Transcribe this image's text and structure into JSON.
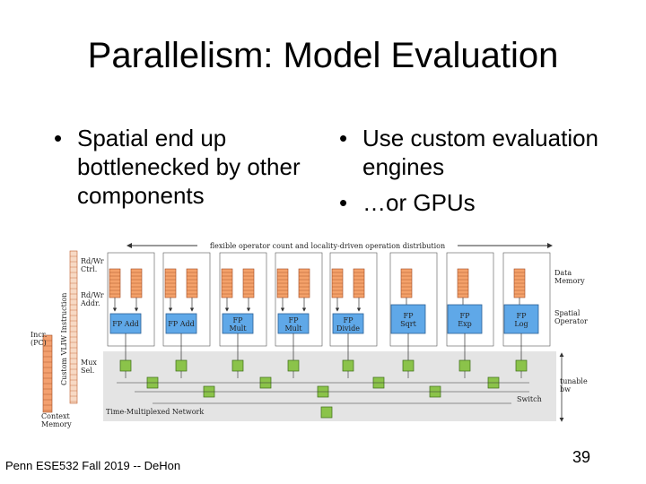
{
  "slide": {
    "title": "Parallelism: Model Evaluation",
    "left_bullets": [
      "Spatial end up bottlenecked by other components"
    ],
    "right_bullets": [
      "Use custom evaluation engines",
      "…or GPUs"
    ],
    "footer": "Penn ESE532 Fall 2019 -- DeHon",
    "page_number": "39"
  },
  "diagram": {
    "top_label": "flexible operator count and locality-driven operation distribution",
    "left_labels": {
      "rdwr_ctrl": [
        "Rd/Wr",
        "Ctrl."
      ],
      "rdwr_addr": [
        "Rd/Wr",
        "Addr."
      ],
      "incr": [
        "Incr.",
        "(PC)"
      ],
      "mux_sel": [
        "Mux",
        "Sel."
      ],
      "context": [
        "Context",
        "Memory"
      ],
      "vliw": "Custom VLIW Instruction"
    },
    "right_labels": {
      "data_memory": [
        "Data",
        "Memory"
      ],
      "spatial_operator": [
        "Spatial",
        "Operator"
      ],
      "tunable_bw": [
        "tunable",
        "bw"
      ],
      "switch": "Switch"
    },
    "network_label": "Time-Multiplexed Network",
    "operators": [
      [
        "FP Add"
      ],
      [
        "FP Add"
      ],
      [
        "FP",
        "Mult"
      ],
      [
        "FP",
        "Mult"
      ],
      [
        "FP",
        "Divide"
      ],
      [
        "FP",
        "Sqrt"
      ],
      [
        "FP",
        "Exp"
      ],
      [
        "FP",
        "Log"
      ]
    ]
  }
}
